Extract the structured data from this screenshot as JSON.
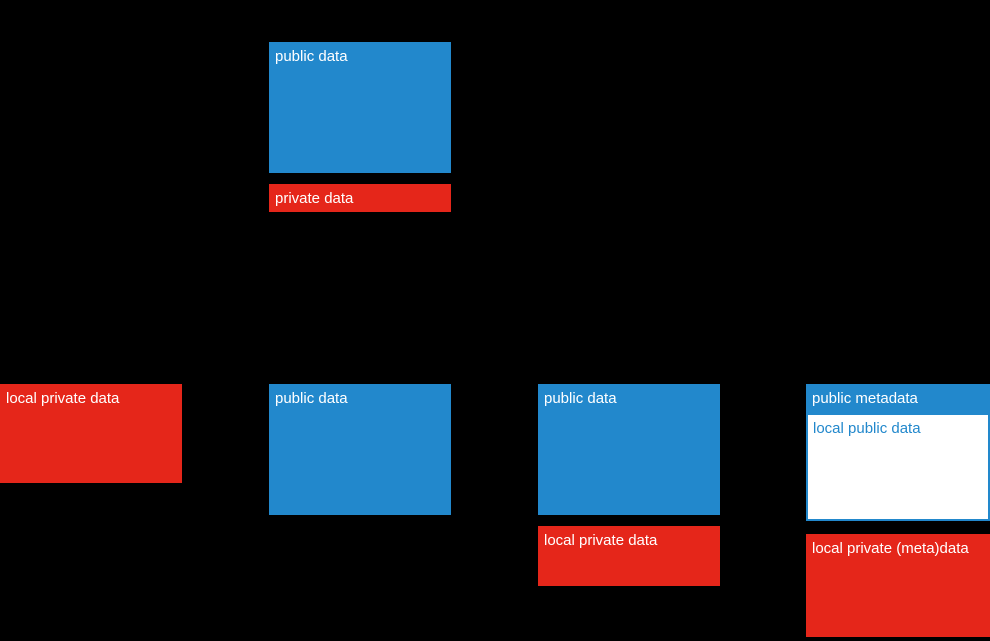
{
  "slide": {
    "background": "#000000",
    "colors": {
      "public_blue": "#2288CC",
      "private_red": "#E5261A",
      "local_public_white": "#FFFFFF",
      "label_on_color": "#FFFFFF",
      "label_on_white": "#2288CC"
    },
    "top_group": {
      "public_data_label": "public data",
      "private_data_label": "private data"
    },
    "bottom_row": {
      "column1": {
        "local_private_data_label": "local private data"
      },
      "column2": {
        "public_data_label": "public data"
      },
      "column3": {
        "public_data_label": "public data",
        "local_private_data_label": "local private data"
      },
      "column4": {
        "public_metadata_label": "public metadata",
        "local_public_data_label": "local public data",
        "local_private_metadata_label": "local private (meta)data"
      }
    }
  }
}
